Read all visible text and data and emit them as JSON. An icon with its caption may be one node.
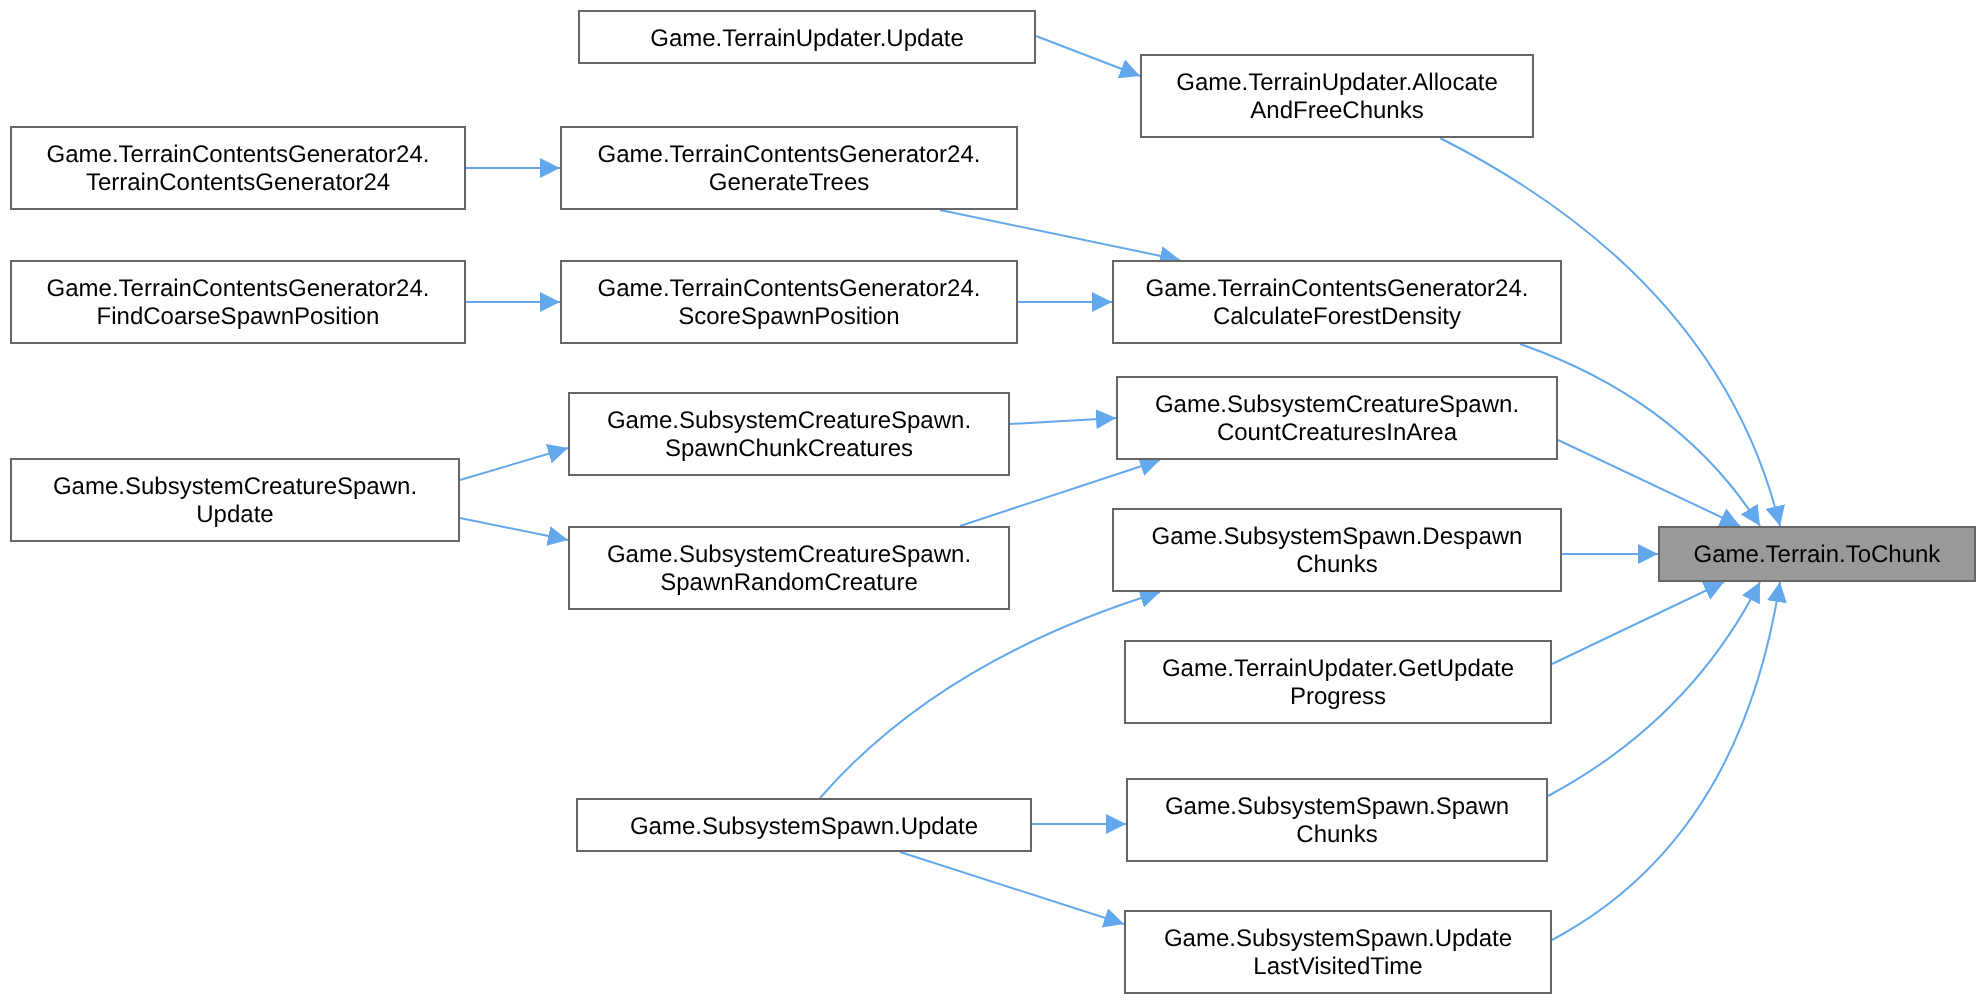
{
  "diagram": {
    "nodes": [
      {
        "text": [
          "Game.Terrain.ToChunk"
        ]
      },
      {
        "text": [
          "Game.TerrainUpdater.Allocate AndFreeChunks"
        ]
      },
      {
        "text": [
          "Game.TerrainContentsGenerator24. CalculateForestDensity"
        ]
      },
      {
        "text": [
          "Game.SubsystemCreatureSpawn. CountCreaturesInArea"
        ]
      },
      {
        "text": [
          "Game.SubsystemSpawn.Despawn Chunks"
        ]
      },
      {
        "text": [
          "Game.TerrainUpdater.GetUpdate Progress"
        ]
      },
      {
        "text": [
          "Game.SubsystemSpawn.Spawn Chunks"
        ]
      },
      {
        "text": [
          "Game.SubsystemSpawn.Update LastVisitedTime"
        ]
      },
      {
        "text": [
          "Game.TerrainUpdater.Update"
        ]
      },
      {
        "text": [
          "Game.TerrainContentsGenerator24. GenerateTrees"
        ]
      },
      {
        "text": [
          "Game.TerrainContentsGenerator24. TerrainContentsGenerator24"
        ]
      },
      {
        "text": [
          "Game.TerrainContentsGenerator24. ScoreSpawnPosition"
        ]
      },
      {
        "text": [
          "Game.TerrainContentsGenerator24. FindCoarseSpawnPosition"
        ]
      },
      {
        "text": [
          "Game.SubsystemCreatureSpawn. SpawnChunkCreatures"
        ]
      },
      {
        "text": [
          "Game.SubsystemCreatureSpawn. SpawnRandomCreature"
        ]
      },
      {
        "text": [
          "Game.SubsystemCreatureSpawn. Update"
        ]
      },
      {
        "text": [
          "Game.SubsystemSpawn.Update"
        ]
      }
    ],
    "edges": [
      {
        "from": 1,
        "to": 0,
        "arrow": "to"
      },
      {
        "from": 2,
        "to": 0,
        "arrow": "to"
      },
      {
        "from": 3,
        "to": 0,
        "arrow": "to"
      },
      {
        "from": 4,
        "to": 0,
        "arrow": "to"
      },
      {
        "from": 5,
        "to": 0,
        "arrow": "to"
      },
      {
        "from": 6,
        "to": 0,
        "arrow": "to"
      },
      {
        "from": 7,
        "to": 0,
        "arrow": "to"
      },
      {
        "from": 8,
        "to": 1,
        "arrow": "to"
      },
      {
        "from": 9,
        "to": 2,
        "arrow": "to"
      },
      {
        "from": 11,
        "to": 2,
        "arrow": "to"
      },
      {
        "from": 10,
        "to": 9,
        "arrow": "to"
      },
      {
        "from": 12,
        "to": 11,
        "arrow": "to"
      },
      {
        "from": 13,
        "to": 3,
        "arrow": "to"
      },
      {
        "from": 14,
        "to": 3,
        "arrow": "to"
      },
      {
        "from": 15,
        "to": 13,
        "arrow": "to"
      },
      {
        "from": 15,
        "to": 14,
        "arrow": "to"
      },
      {
        "from": 16,
        "to": 4,
        "arrow": "to"
      },
      {
        "from": 16,
        "to": 6,
        "arrow": "to"
      },
      {
        "from": 16,
        "to": 7,
        "arrow": "to"
      }
    ]
  }
}
